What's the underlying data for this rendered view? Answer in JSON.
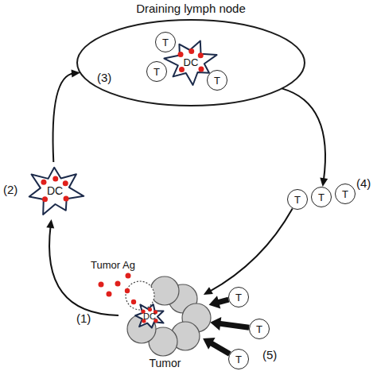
{
  "diagram": {
    "nodes": [
      {
        "text": [
          "Draining lymph node"
        ]
      },
      {
        "text": [
          "DC"
        ],
        "in": 0
      },
      {
        "text": [
          "T"
        ],
        "in": 0
      },
      {
        "text": [
          "T"
        ],
        "in": 0
      },
      {
        "text": [
          "T"
        ],
        "in": 0
      },
      {
        "text": [
          "DC"
        ]
      },
      {
        "text": [
          "T"
        ]
      },
      {
        "text": [
          "T"
        ]
      },
      {
        "text": [
          "T"
        ]
      },
      {
        "text": [
          "Tumor"
        ]
      },
      {
        "text": [
          "DC"
        ],
        "in": 9
      },
      {
        "text": [
          "T"
        ]
      },
      {
        "text": [
          "T"
        ]
      },
      {
        "text": [
          "T"
        ]
      }
    ],
    "edges": [
      {
        "from": 9,
        "to": 5,
        "arrow": "to"
      },
      {
        "from": 5,
        "to": 0,
        "arrow": "to"
      },
      {
        "from": 0,
        "to": 7,
        "arrow": "to"
      },
      {
        "from": 6,
        "to": 9,
        "arrow": "to"
      },
      {
        "from": 11,
        "to": 9,
        "arrow": "to"
      },
      {
        "from": 12,
        "to": 9,
        "arrow": "to"
      },
      {
        "from": 13,
        "to": 9,
        "arrow": "to"
      }
    ],
    "labels": [
      "(3)",
      "(2)",
      "(4)",
      "Tumor Ag",
      "(1)",
      "(5)"
    ]
  }
}
